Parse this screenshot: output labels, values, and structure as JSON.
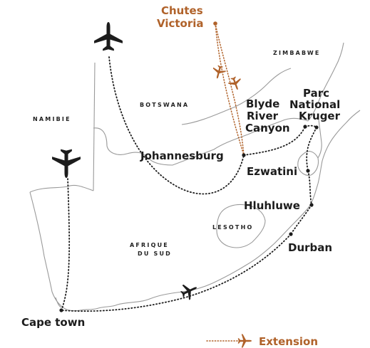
{
  "countries": {
    "namibia": "NAMIBIE",
    "botswana": "BOTSWANA",
    "zimbabwe": "ZIMBABWE",
    "lesotho": "LESOTHO",
    "south_africa": [
      "AFRIQUE",
      "DU SUD"
    ]
  },
  "cities": {
    "victoria_falls": [
      "Chutes",
      "Victoria"
    ],
    "kruger": [
      "Parc",
      "National",
      "Kruger"
    ],
    "blyde": [
      "Blyde",
      "River",
      "Canyon"
    ],
    "johannesburg": "Johannesburg",
    "ezwatini": "Ezwatini",
    "hluhluwe": "Hluhluwe",
    "durban": "Durban",
    "cape_town": "Cape town"
  },
  "legend": {
    "label": "Extension"
  },
  "colors": {
    "route": "#1c1c1c",
    "extension": "#b0622a",
    "border": "#9a9a9a"
  },
  "icons": {
    "flight": "airplane-icon",
    "extension_flight": "airplane-icon"
  }
}
